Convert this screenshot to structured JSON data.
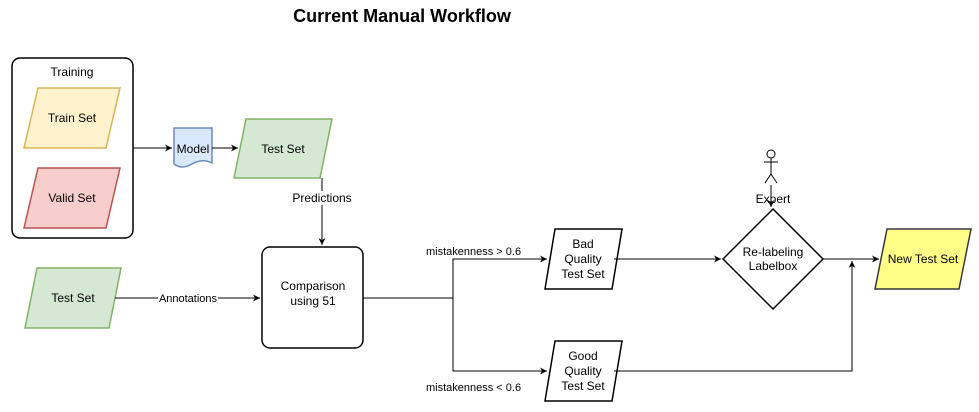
{
  "title": "Current Manual Workflow",
  "nodes": {
    "training_group": "Training",
    "train_set": "Train Set",
    "valid_set": "Valid Set",
    "model": "Model",
    "test_set_top": "Test Set",
    "test_set_bottom": "Test Set",
    "comparison": [
      "Comparison",
      "using 51"
    ],
    "bad_quality": [
      "Bad",
      "Quality",
      "Test Set"
    ],
    "good_quality": [
      "Good",
      "Quality",
      "Test Set"
    ],
    "relabeling": [
      "Re-labeling",
      "Labelbox"
    ],
    "new_test_set": "New Test Set",
    "expert": "Expert"
  },
  "edges": {
    "predictions": "Predictions",
    "annotations": "Annotations",
    "mistakenness_high": "mistakenness > 0.6",
    "mistakenness_low": "mistakenness < 0.6"
  },
  "colors": {
    "train_fill": "#fff2cc",
    "train_stroke": "#d6b656",
    "valid_fill": "#f8cecc",
    "valid_stroke": "#b85450",
    "test_fill": "#d5e8d4",
    "test_stroke": "#82b366",
    "model_fill": "#dae8fc",
    "model_stroke": "#6c8ebf",
    "new_fill": "#ffff88",
    "new_stroke": "#36393d"
  }
}
